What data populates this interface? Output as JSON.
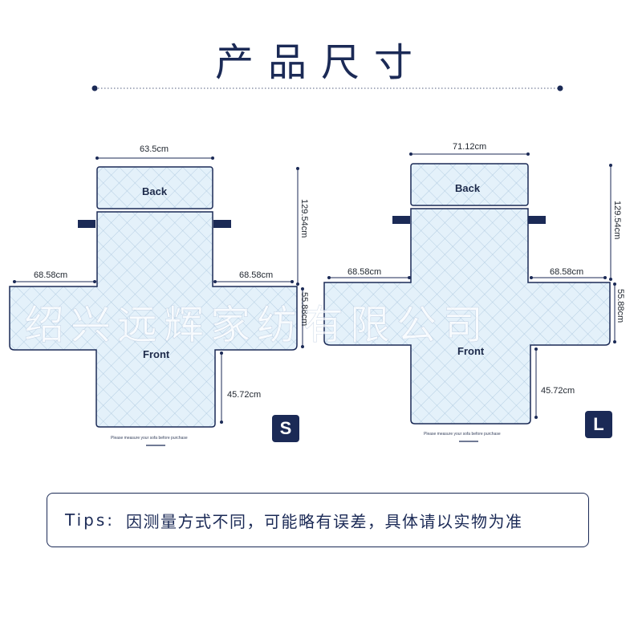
{
  "header": {
    "title": "产品尺寸"
  },
  "size_s": {
    "badge": "S",
    "back_label": "Back",
    "front_label": "Front",
    "dim_back_width": "63.5cm",
    "dim_total_height": "129.54cm",
    "dim_left_arm": "68.58cm",
    "dim_right_arm": "68.58cm",
    "dim_arm_depth": "55.88cm",
    "dim_front_drop": "45.72cm",
    "note": "Please measure your sofa before purchase"
  },
  "size_l": {
    "badge": "L",
    "back_label": "Back",
    "front_label": "Front",
    "dim_back_width": "71.12cm",
    "dim_total_height": "129.54cm",
    "dim_left_arm": "68.58cm",
    "dim_right_arm": "68.58cm",
    "dim_arm_depth": "55.88cm",
    "dim_front_drop": "45.72cm",
    "note": "Please measure your sofa before purchase"
  },
  "watermark": "绍兴远辉家纺有限公司",
  "tips": {
    "label": "Tips:",
    "text": "因测量方式不同，可能略有误差，具体请以实物为准"
  },
  "colors": {
    "navy": "#1b2a56",
    "fabric": "#e4f1fa",
    "quilt_line": "#a9c6dd"
  }
}
